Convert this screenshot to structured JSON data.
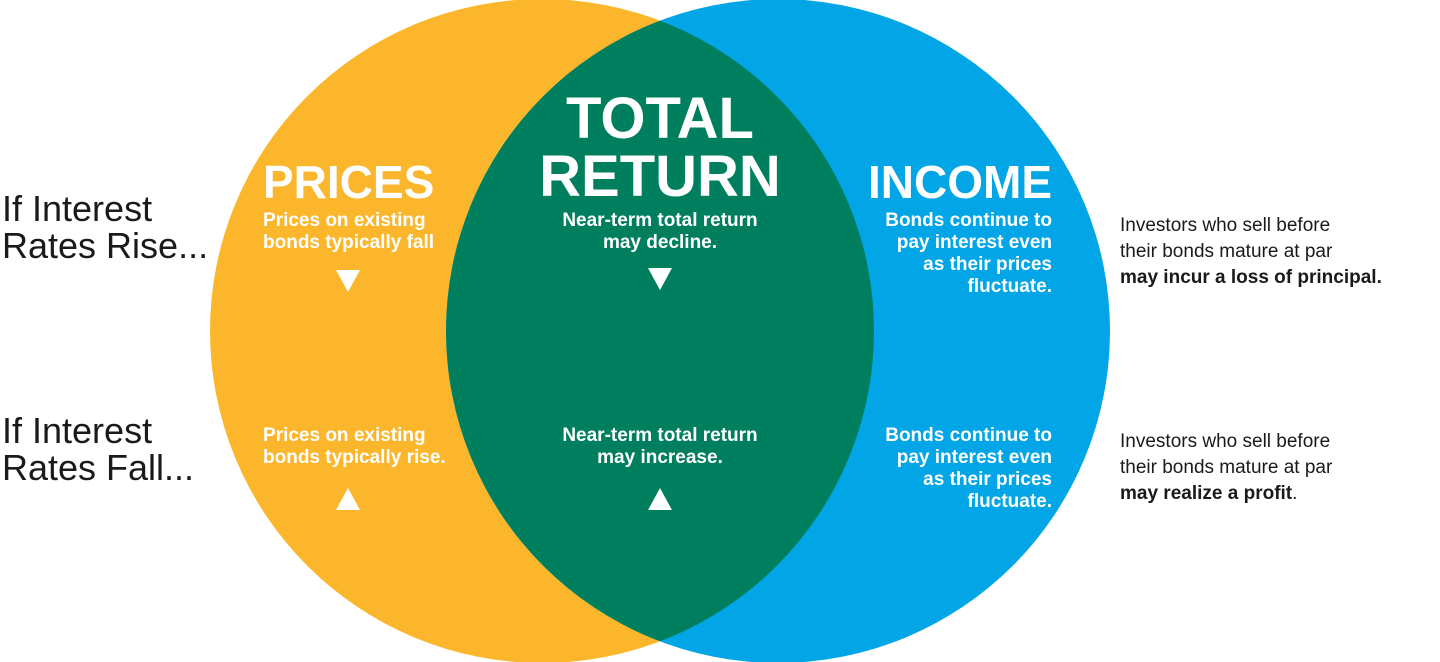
{
  "colors": {
    "prices_circle": "#FBB62B",
    "income_circle": "#02A5E5",
    "overlap": "#007F5F",
    "text_on_shapes": "#FFFFFF",
    "side_text": "#1A1A1A"
  },
  "rows": {
    "rise_label_line1": "If Interest",
    "rise_label_line2": "Rates Rise...",
    "fall_label_line1": "If Interest",
    "fall_label_line2": "Rates Fall..."
  },
  "prices": {
    "title": "PRICES",
    "rise": {
      "line1": "Prices on existing",
      "line2_pre": "bonds typically ",
      "line2_bold": "fall",
      "arrow": "down-triangle-icon"
    },
    "fall": {
      "line1": "Prices on existing",
      "line2_pre": "bonds typically ",
      "line2_bold": "rise",
      "line2_post": ".",
      "arrow": "up-triangle-icon"
    }
  },
  "total_return": {
    "title_line1": "TOTAL",
    "title_line2": "RETURN",
    "rise": {
      "line1": "Near-term total return",
      "line2_pre": "may ",
      "line2_bold": "decline",
      "line2_post": ".",
      "arrow": "down-triangle-icon"
    },
    "fall": {
      "line1": "Near-term total return",
      "line2_pre": "may ",
      "line2_bold": "increase.",
      "arrow": "up-triangle-icon"
    }
  },
  "income": {
    "title": "INCOME",
    "rise": {
      "line1_pre": "Bonds ",
      "line1_bold": "continue to",
      "line2_bold": "pay",
      "line2_post": " interest even",
      "line3": "as their prices",
      "line4": "fluctuate."
    },
    "fall": {
      "line1_pre": "Bonds ",
      "line1_bold": "continue to",
      "line2_bold": "pay",
      "line2_post": " interest even",
      "line3": "as their prices",
      "line4": "fluctuate."
    }
  },
  "investors": {
    "rise": {
      "line1": "Investors who sell before",
      "line2": "their bonds mature at par",
      "line3_bold": "may incur a loss of principal."
    },
    "fall": {
      "line1": "Investors who sell before",
      "line2": "their bonds mature at par",
      "line3_bold": "may realize a profit",
      "line3_post": "."
    }
  }
}
